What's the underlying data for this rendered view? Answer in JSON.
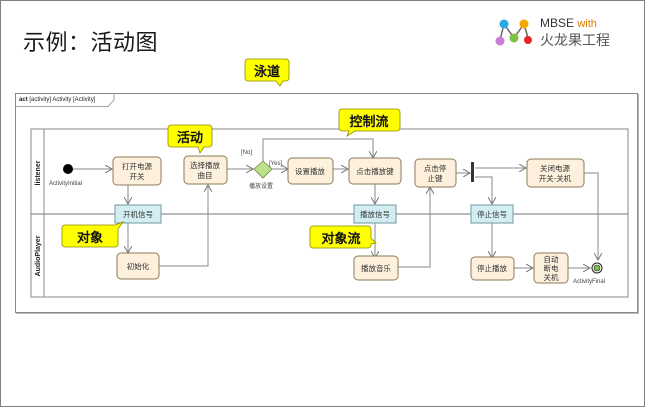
{
  "slide": {
    "title": "示例：活动图",
    "logo": {
      "line1": "MBSE",
      "line1_suffix": "with",
      "line2": "火龙果工程",
      "dot_colors": [
        "#29a8e0",
        "#f5a800",
        "#c77dd6",
        "#7dc242",
        "#e8262a"
      ]
    }
  },
  "diagram": {
    "frame_label_keyword": "act",
    "frame_label": "[activity] Activity [Activity]",
    "lanes": [
      {
        "name": "listener"
      },
      {
        "name": "AudioPlayer"
      }
    ],
    "initial_node_label": "ActivityInitial",
    "final_node_label": "ActivityFinal",
    "decision_label": "播放设置",
    "guards": {
      "no": "[No]",
      "yes": "[Yes]"
    },
    "actions": {
      "open_power_l1": "打开电源",
      "open_power_l2": "开关",
      "select_song_l1": "选择播放",
      "select_song_l2": "曲目",
      "set_play": "设置播放",
      "click_play": "点击播放键",
      "click_stop_l1": "点击停",
      "click_stop_l2": "止键",
      "close_power_l1": "关闭电源",
      "close_power_l2": "开关-关机",
      "init": "初始化",
      "play_music": "播放音乐",
      "stop_play": "停止播放",
      "auto_off_l1": "自动",
      "auto_off_l2": "断电",
      "auto_off_l3": "关机"
    },
    "objects": {
      "power_on_signal": "开机信号",
      "play_signal": "播放信号",
      "stop_signal": "停止信号"
    },
    "callouts": {
      "swimlane": "泳道",
      "activity": "活动",
      "control_flow": "控制流",
      "object": "对象",
      "object_flow": "对象流"
    },
    "colors": {
      "action_fill": "#fdf0dc",
      "action_stroke": "#8c7a5a",
      "object_fill": "#d2eef2",
      "object_stroke": "#6e9aa3",
      "decision_fill": "#bde08a",
      "callout_fill": "#ffff00",
      "callout_stroke": "#8a8a00",
      "final_inner": "#7dc242"
    }
  }
}
